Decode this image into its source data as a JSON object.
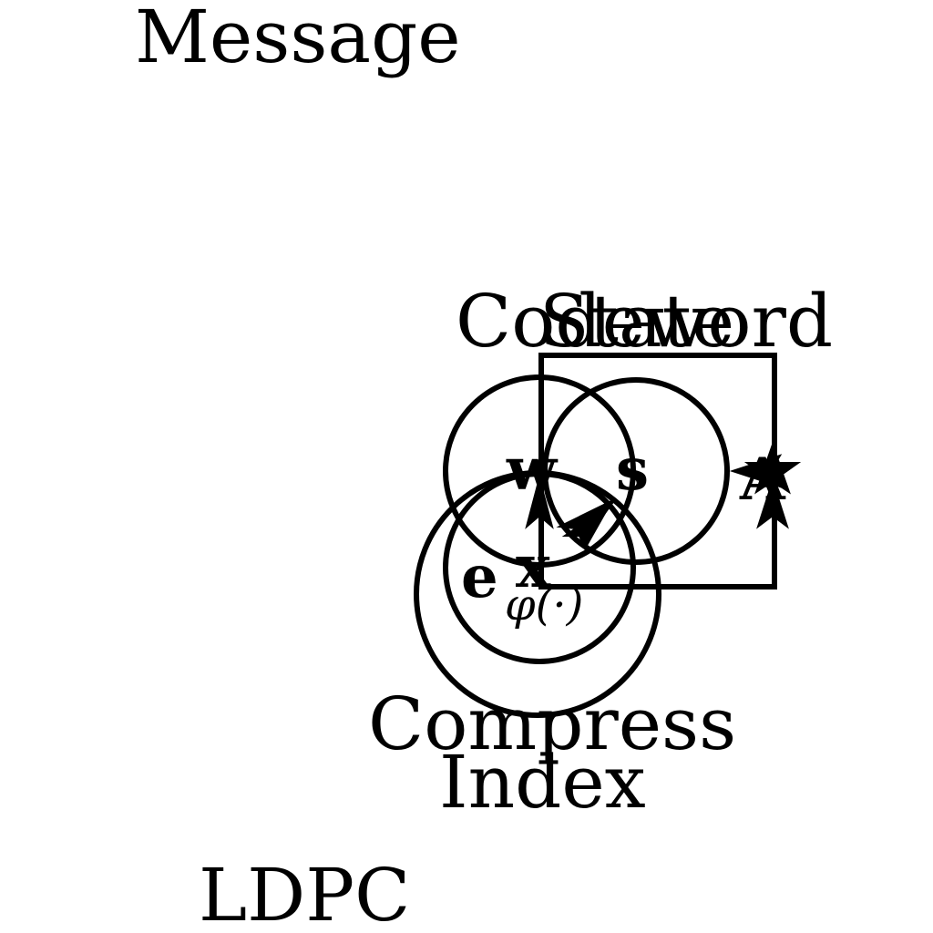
{
  "diagram": {
    "labels": {
      "message": "Message",
      "codeword": "Codeword",
      "state": "State",
      "compress": "Compress",
      "index": "Index",
      "ldpc": "LDPC"
    },
    "symbols": {
      "w": "w",
      "s": "s",
      "x": "x",
      "a": "A",
      "e": "e",
      "phi_sub": "φ(·)"
    }
  }
}
